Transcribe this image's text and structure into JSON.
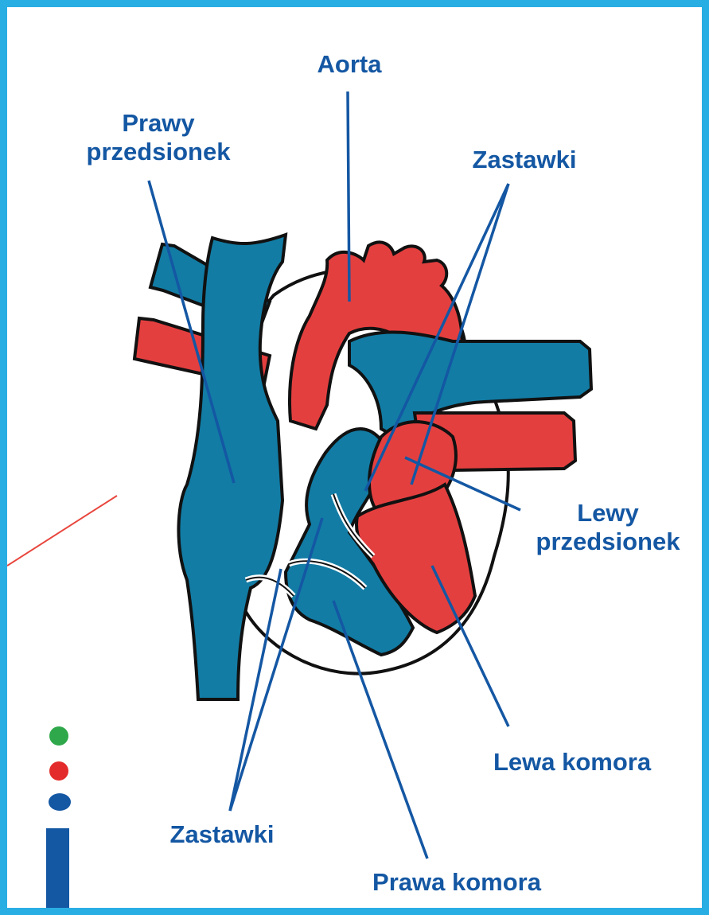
{
  "labels": {
    "aorta": "Aorta",
    "right_atrium_line1": "Prawy",
    "right_atrium_line2": "przedsionek",
    "valves_top": "Zastawki",
    "left_atrium_line1": "Lewy",
    "left_atrium_line2": "przedsionek",
    "left_ventricle": "Lewa komora",
    "valves_bottom": "Zastawki",
    "right_ventricle": "Prawa komora"
  },
  "colors": {
    "frame": "#29aee3",
    "label_text": "#1457a3",
    "oxygenated_blood": "#e43f3f",
    "deoxygenated_blood": "#127ca4",
    "outline": "#111111",
    "leader_line": "#1457a3",
    "stray_line": "#e8453c",
    "logo_green": "#2ea84a",
    "logo_red": "#e32b2b",
    "logo_blue": "#1457a3"
  },
  "icons": {
    "logo": "info-i-logo"
  }
}
